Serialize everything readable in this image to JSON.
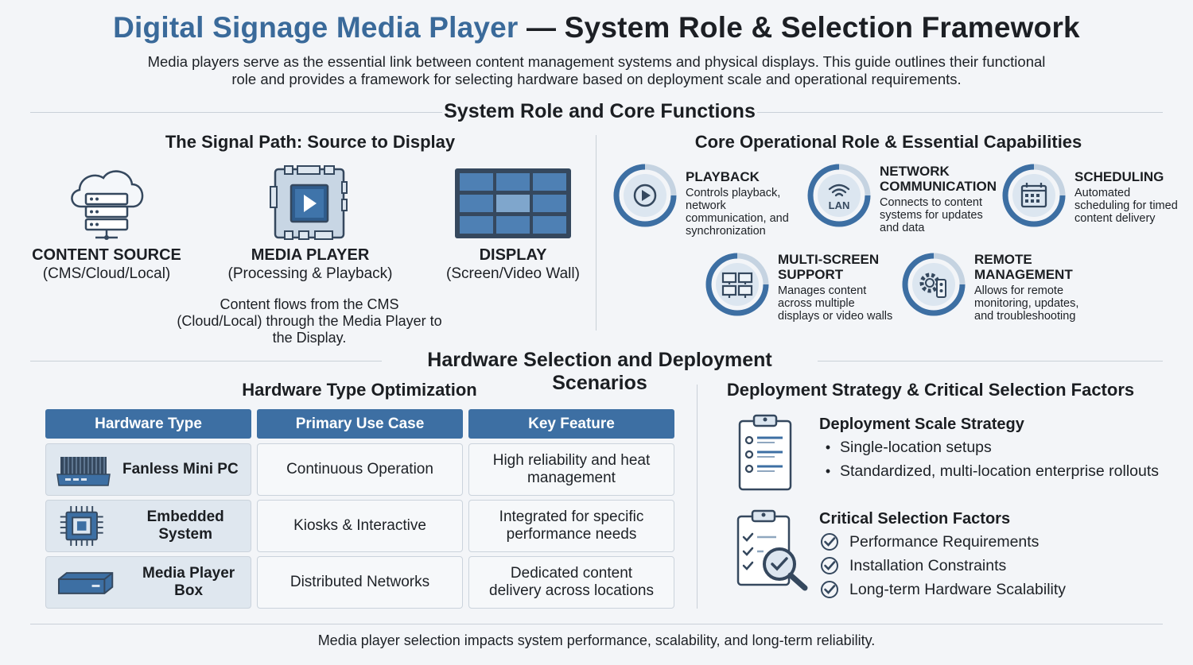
{
  "header": {
    "title_highlight": "Digital Signage Media Player",
    "title_rest": " — System Role & Selection Framework",
    "subtitle": "Media players serve as the essential link between content management systems and physical displays. This guide outlines their functional role and provides a framework for selecting hardware based on deployment scale and operational requirements."
  },
  "section1": {
    "title": "System Role and Core Functions",
    "signal_path": {
      "title": "The Signal Path: Source to Display",
      "nodes": [
        {
          "name": "CONTENT SOURCE",
          "detail": "(CMS/Cloud/Local)",
          "icon": "cloud-server-icon"
        },
        {
          "name": "MEDIA PLAYER",
          "detail": "(Processing & Playback)",
          "icon": "media-player-chip-icon"
        },
        {
          "name": "DISPLAY",
          "detail": "(Screen/Video Wall)",
          "icon": "video-wall-icon"
        }
      ],
      "note": "Content flows from the CMS (Cloud/Local) through the Media Player to the Display."
    },
    "capabilities": {
      "title": "Core Operational Role & Essential Capabilities",
      "items": [
        {
          "title": "PLAYBACK",
          "desc": "Controls playback, network communication, and synchronization",
          "icon": "play-icon"
        },
        {
          "title": "NETWORK COMMUNICATION",
          "desc": "Connects to content systems for updates and data",
          "icon": "wifi-lan-icon",
          "icon_text": "LAN"
        },
        {
          "title": "SCHEDULING",
          "desc": "Automated scheduling for timed content delivery",
          "icon": "calendar-icon"
        },
        {
          "title": "MULTI-SCREEN SUPPORT",
          "desc": "Manages content across multiple displays or video walls",
          "icon": "multi-screen-icon"
        },
        {
          "title": "REMOTE MANAGEMENT",
          "desc": "Allows for remote monitoring, updates, and troubleshooting",
          "icon": "remote-gear-icon"
        }
      ]
    }
  },
  "section2": {
    "title": "Hardware Selection and Deployment Scenarios",
    "hardware": {
      "title": "Hardware Type Optimization",
      "headers": [
        "Hardware Type",
        "Primary Use Case",
        "Key Feature"
      ],
      "rows": [
        {
          "type": "Fanless Mini PC",
          "use": "Continuous Operation",
          "feature": "High reliability and heat management",
          "icon": "mini-pc-icon"
        },
        {
          "type": "Embedded System",
          "use": "Kiosks & Interactive",
          "feature": "Integrated for specific performance needs",
          "icon": "chip-icon"
        },
        {
          "type": "Media Player Box",
          "use": "Distributed Networks",
          "feature": "Dedicated content delivery across locations",
          "icon": "player-box-icon"
        }
      ]
    },
    "deployment": {
      "title": "Deployment Strategy & Critical Selection Factors",
      "scale": {
        "title": "Deployment Scale Strategy",
        "items": [
          "Single-location setups",
          "Standardized, multi-location enterprise rollouts"
        ],
        "icon": "clipboard-list-icon"
      },
      "factors": {
        "title": "Critical Selection Factors",
        "items": [
          "Performance Requirements",
          "Installation Constraints",
          "Long-term Hardware Scalability"
        ],
        "icon": "clipboard-magnifier-icon"
      }
    }
  },
  "footer": "Media player selection impacts system performance, scalability, and long-term reliability.",
  "colors": {
    "accent": "#3d6fa3",
    "title_blue": "#3a6a9a",
    "icon_dark": "#35485e"
  }
}
